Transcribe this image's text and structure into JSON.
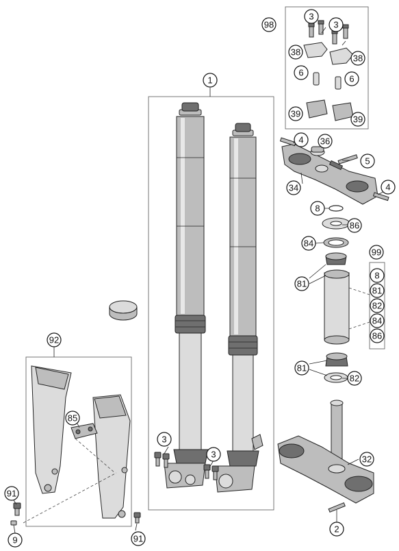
{
  "callouts": {
    "c1": "1",
    "c2": "2",
    "c3a": "3",
    "c3b": "3",
    "c3c": "3",
    "c3d": "3",
    "c4a": "4",
    "c4b": "4",
    "c5": "5",
    "c6a": "6",
    "c6b": "6",
    "c8a": "8",
    "c8b": "8",
    "c9": "9",
    "c32": "32",
    "c34": "34",
    "c36": "36",
    "c38a": "38",
    "c38b": "38",
    "c39a": "39",
    "c39b": "39",
    "c81a": "81",
    "c81b": "81",
    "c81c": "81",
    "c82a": "82",
    "c82b": "82",
    "c84a": "84",
    "c84b": "84",
    "c85": "85",
    "c86a": "86",
    "c86b": "86",
    "c91a": "91",
    "c91b": "91",
    "c92": "92",
    "c98": "98",
    "c99": "99"
  }
}
